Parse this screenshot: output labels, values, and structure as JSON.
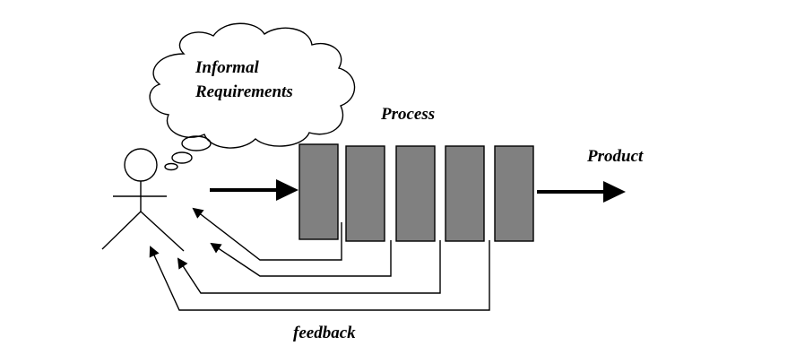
{
  "labels": {
    "cloud_line1": "Informal",
    "cloud_line2": "Requirements",
    "process": "Process",
    "product": "Product",
    "feedback": "feedback"
  },
  "process_steps": 5,
  "colors": {
    "box_fill": "#808080",
    "line": "#000000",
    "background": "#ffffff"
  }
}
